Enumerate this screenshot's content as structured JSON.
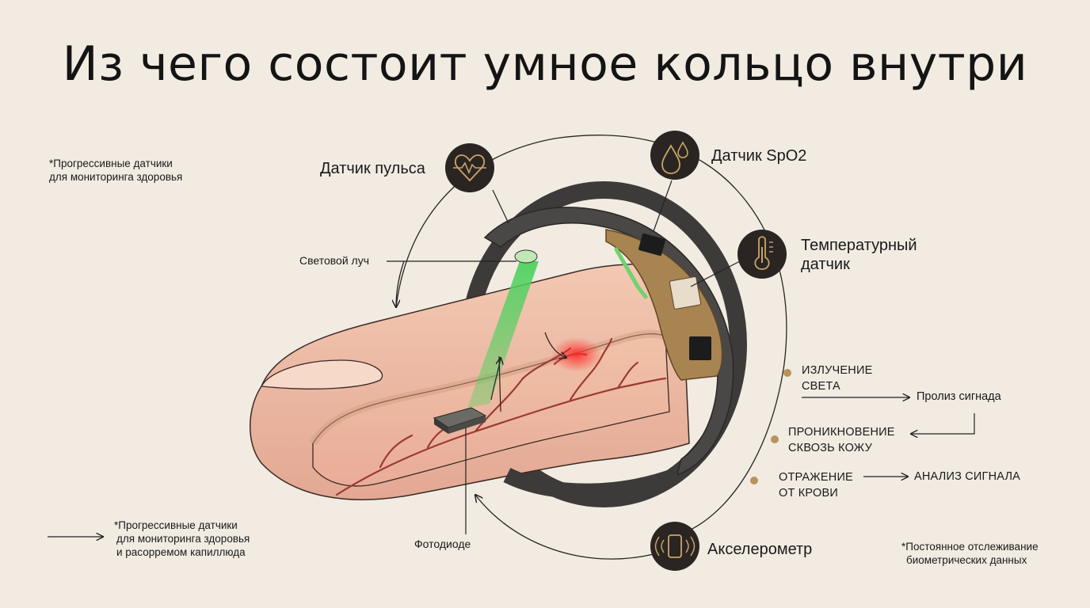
{
  "title": "Из чего состоит умное кольцо внутри",
  "notes": {
    "top_left": [
      "*Прогрессивные датчики",
      "для мониторинга здоровья"
    ],
    "bottom_left": [
      "*Прогрессивные датчики",
      "для мониторинга здоровья",
      "и расорремом капиллюда"
    ],
    "bottom_right": [
      "*Постоянное отслеживание",
      "биометрических данных"
    ]
  },
  "sensors": {
    "pulse": {
      "label": "Датчик пульса",
      "icon": "heart-pulse-icon"
    },
    "spo2": {
      "label": "Датчик SpO2",
      "icon": "drops-icon"
    },
    "temp": {
      "label": [
        "Температурный",
        "датчик"
      ],
      "icon": "thermometer-icon"
    },
    "accel": {
      "label": "Акселерометр",
      "icon": "phone-vibration-icon"
    }
  },
  "callouts": {
    "light_beam": "Световой луч",
    "photodiode": "Фотодиоде"
  },
  "process": {
    "step1": [
      "ИЗЛУЧЕНИЕ",
      "СВЕТА"
    ],
    "step2": [
      "ПРОНИКНОВЕНИЕ",
      "СКВОЗЬ КОЖУ"
    ],
    "step3": [
      "ОТРАЖЕНИЕ",
      "ОТ КРОВИ"
    ],
    "result1": "Пролиз сигнада",
    "result2": "АНАЛИЗ СИГНАЛА"
  },
  "colors": {
    "background": "#f1ebe2",
    "icon_circle": "#2a2522",
    "icon_stroke": "#c9a46a",
    "beam": "#4ed15e",
    "vein": "#9c3a32",
    "ring_dark": "#3d3b39",
    "ring_gold": "#a88451"
  }
}
